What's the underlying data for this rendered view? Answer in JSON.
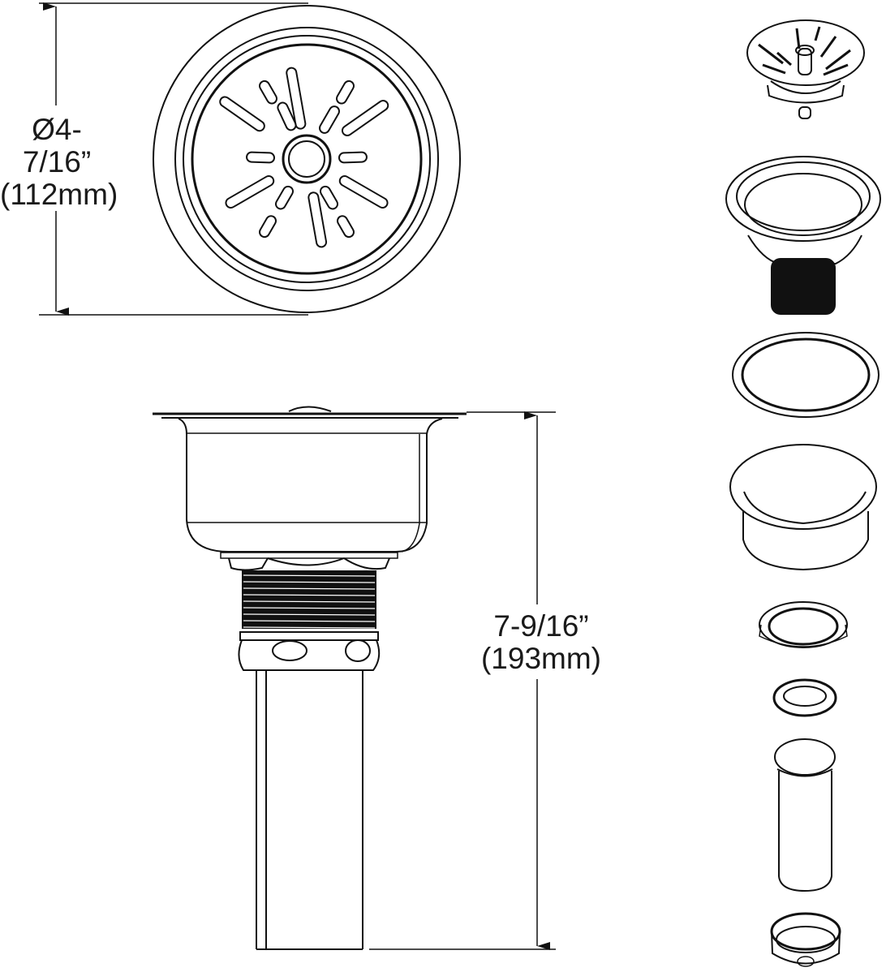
{
  "title": "Sink basket strainer dimension drawing",
  "colors": {
    "line": "#111111",
    "background": "#ffffff",
    "text": "#1a1a1a"
  },
  "dimensions": {
    "diameter": {
      "imperial": "Ø4-7/16”",
      "metric": "(112mm)"
    },
    "height": {
      "imperial": "7-9/16”",
      "metric": "(193mm)"
    }
  },
  "views": {
    "top": "top-view-strainer-flange",
    "side": "side-view-assembled-drain",
    "exploded": [
      "basket-strainer-stopper",
      "drain-body-with-threaded-shank",
      "rubber-gasket",
      "cup",
      "locknut",
      "washer",
      "tailpiece",
      "coupling-nut"
    ]
  }
}
